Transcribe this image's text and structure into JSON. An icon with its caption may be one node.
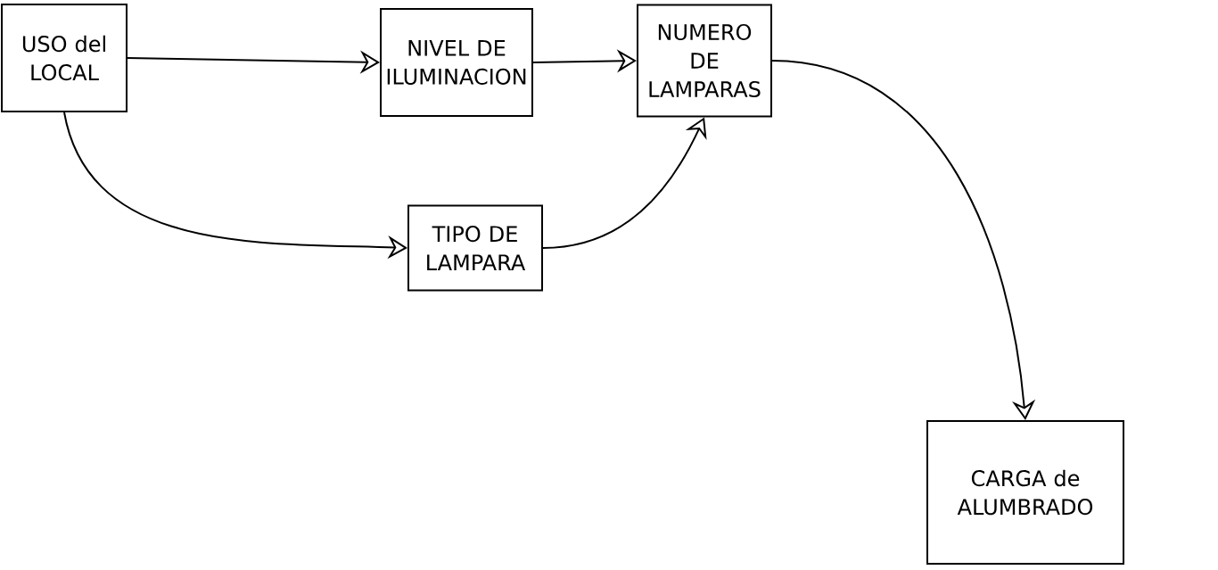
{
  "diagram": {
    "nodes": [
      {
        "text": [
          "USO del LOCAL"
        ]
      },
      {
        "text": [
          "NIVEL DE ILUMINACION"
        ]
      },
      {
        "text": [
          "NUMERO DE LAMPARAS"
        ]
      },
      {
        "text": [
          "TIPO DE LAMPARA"
        ]
      },
      {
        "text": [
          "CARGA de ALUMBRADO"
        ]
      }
    ],
    "edges": [
      {
        "from": 0,
        "to": 1,
        "arrow": "to"
      },
      {
        "from": 1,
        "to": 2,
        "arrow": "to"
      },
      {
        "from": 0,
        "to": 3,
        "arrow": "to"
      },
      {
        "from": 3,
        "to": 2,
        "arrow": "to"
      },
      {
        "from": 2,
        "to": 4,
        "arrow": "to"
      }
    ]
  }
}
